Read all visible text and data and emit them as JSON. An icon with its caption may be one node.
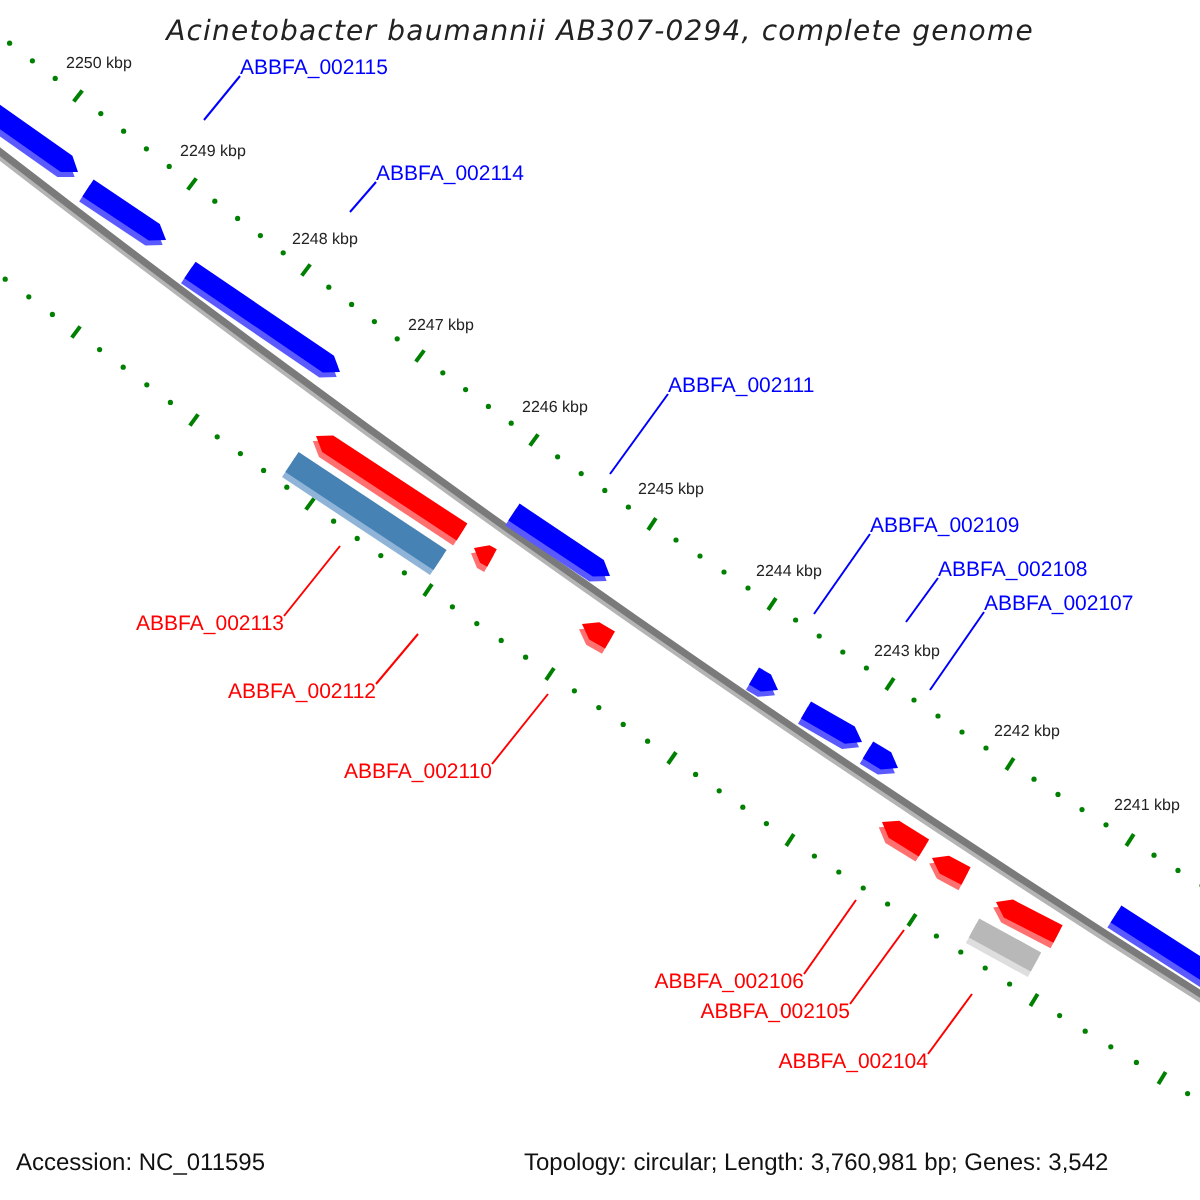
{
  "diagram": {
    "title": "Acinetobacter baumannii AB307-0294, complete genome",
    "nodes": [
      {
        "text": [
          "ABBFA_002115"
        ]
      },
      {
        "text": [
          "ABBFA_002114"
        ]
      },
      {
        "text": [
          "ABBFA_002111"
        ]
      },
      {
        "text": [
          "ABBFA_002109"
        ]
      },
      {
        "text": [
          "ABBFA_002108"
        ]
      },
      {
        "text": [
          "ABBFA_002107"
        ]
      },
      {
        "text": [
          "ABBFA_002113"
        ]
      },
      {
        "text": [
          "ABBFA_002112"
        ]
      },
      {
        "text": [
          "ABBFA_002110"
        ]
      },
      {
        "text": [
          "ABBFA_002106"
        ]
      },
      {
        "text": [
          "ABBFA_002105"
        ]
      },
      {
        "text": [
          "ABBFA_002104"
        ]
      }
    ],
    "edges": [
      {
        "from": 0,
        "to": null,
        "arrow": "none"
      },
      {
        "from": 1,
        "to": null,
        "arrow": "none"
      },
      {
        "from": 2,
        "to": null,
        "arrow": "none"
      },
      {
        "from": 3,
        "to": null,
        "arrow": "none"
      },
      {
        "from": 4,
        "to": null,
        "arrow": "none"
      },
      {
        "from": 5,
        "to": null,
        "arrow": "none"
      },
      {
        "from": 6,
        "to": null,
        "arrow": "none",
        "color": "#ff0000"
      },
      {
        "from": 7,
        "to": null,
        "arrow": "none",
        "color": "#ff0000"
      },
      {
        "from": 8,
        "to": null,
        "arrow": "none",
        "color": "#ff0000"
      },
      {
        "from": 9,
        "to": null,
        "arrow": "none",
        "color": "#ff0000"
      },
      {
        "from": 10,
        "to": null,
        "arrow": "none",
        "color": "#ff0000"
      },
      {
        "from": 11,
        "to": null,
        "arrow": "none",
        "color": "#ff0000"
      }
    ],
    "labels": [
      "2250 kbp",
      "2249 kbp",
      "2248 kbp",
      "2247 kbp",
      "2246 kbp",
      "2245 kbp",
      "2244 kbp",
      "2243 kbp",
      "2242 kbp",
      "2241 kbp",
      "Accession: NC_011595",
      "Topology: circular; Length: 3,760,981 bp; Genes: 3,542"
    ]
  }
}
